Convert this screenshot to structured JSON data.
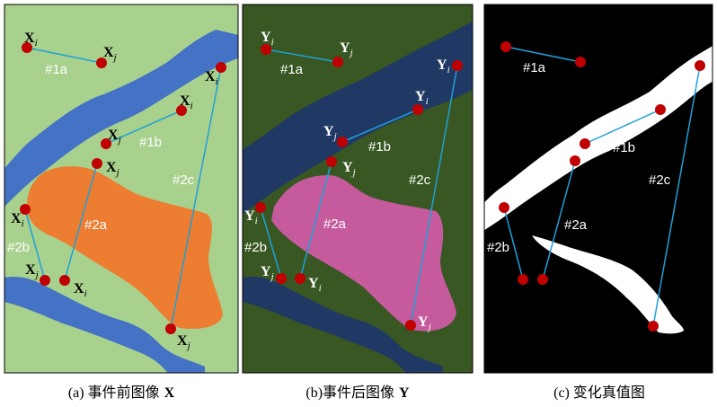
{
  "figure": {
    "panel_a": {
      "caption_prefix": "(a) 事件前图像",
      "caption_symbol": "X",
      "symbol": "X",
      "sub_i": "i",
      "sub_j": "j"
    },
    "panel_b": {
      "caption_prefix": "(b)事件后图像",
      "caption_symbol": "Y",
      "symbol": "Y",
      "sub_i": "i",
      "sub_j": "j"
    },
    "panel_c": {
      "caption": "(c) 变化真值图"
    },
    "pair_labels": {
      "p1a": "#1a",
      "p1b": "#1b",
      "p2a": "#2a",
      "p2b": "#2b",
      "p2c": "#2c"
    }
  },
  "colors": {
    "land_a": "#a9d18e",
    "river_a": "#4472c4",
    "blob_a": "#ed7d31",
    "land_b": "#385723",
    "river_b": "#203864",
    "blob_b": "#c55a9c",
    "change_bg": "#000000",
    "change_fg": "#ffffff",
    "point": "#c00000",
    "pair_line": "#1ea0d9"
  }
}
